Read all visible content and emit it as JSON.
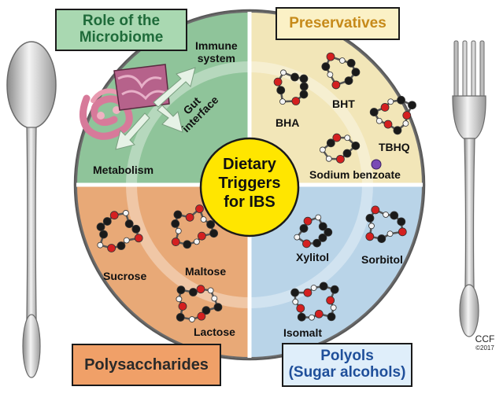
{
  "center": {
    "line1": "Dietary",
    "line2": "Triggers",
    "line3": "for IBS"
  },
  "quadrants": {
    "microbiome": {
      "title_line1": "Role of the",
      "title_line2": "Microbiome",
      "labels": {
        "immune_line1": "Immune",
        "immune_line2": "system",
        "gut_line1": "Gut",
        "gut_line2": "interface",
        "metabolism": "Metabolism"
      }
    },
    "preservatives": {
      "title": "Preservatives",
      "labels": {
        "bha": "BHA",
        "bht": "BHT",
        "tbhq": "TBHQ",
        "sodium_benzoate": "Sodium benzoate"
      }
    },
    "polysaccharides": {
      "title": "Polysaccharides",
      "labels": {
        "sucrose": "Sucrose",
        "maltose": "Maltose",
        "lactose": "Lactose"
      }
    },
    "polyols": {
      "title_line1": "Polyols",
      "title_line2": "(Sugar alcohols)",
      "labels": {
        "xylitol": "Xylitol",
        "sorbitol": "Sorbitol",
        "isomalt": "Isomalt"
      }
    }
  },
  "credit": {
    "line1": "CCF",
    "line2": "©2017"
  },
  "colors": {
    "microbiome": "#8fc49a",
    "preservatives": "#f2e6b8",
    "polysaccharides": "#e8a977",
    "polyols": "#b9d4e8",
    "center": "#ffe600",
    "plate_rim": "#e4e4e4",
    "microbiome_box": "#a9d8b1",
    "preservatives_box": "#fbf1c6",
    "polysaccharides_box": "#f0a068",
    "polyols_box": "#dfeefa"
  }
}
